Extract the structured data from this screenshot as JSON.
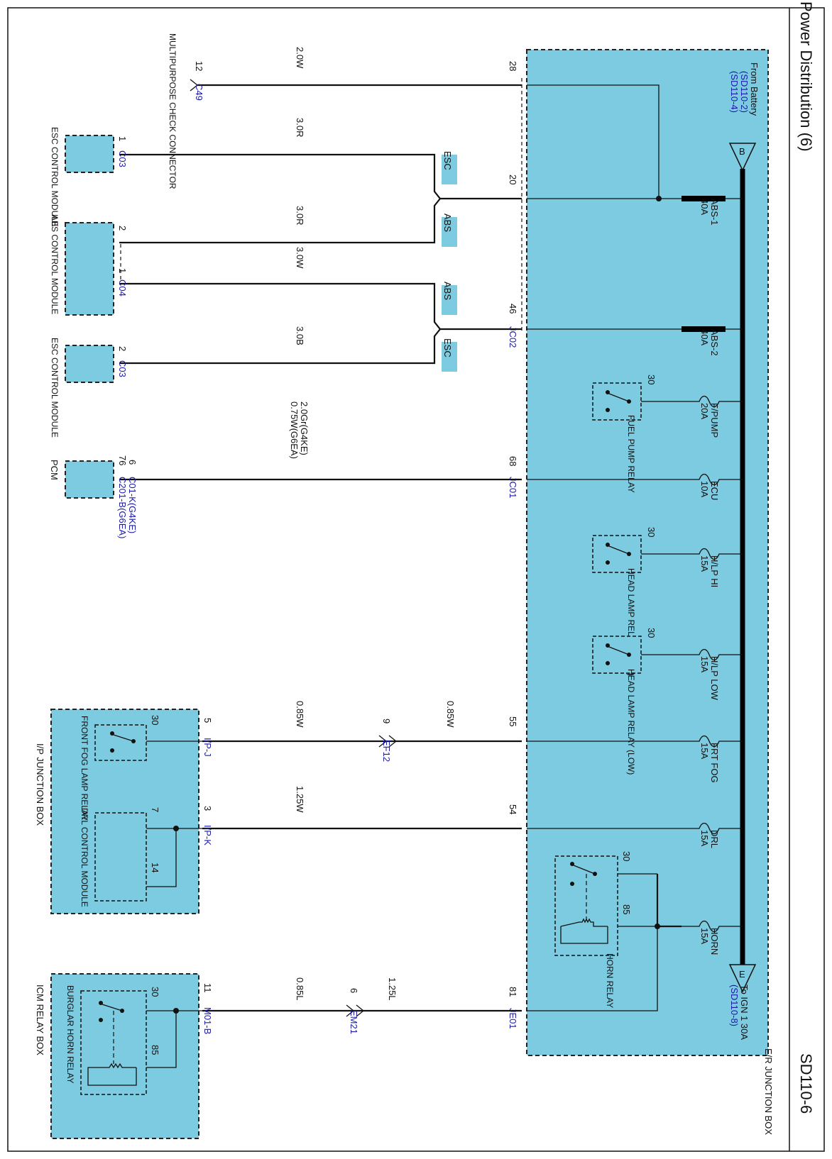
{
  "header": {
    "title": "Power Distribution (6)",
    "page_code": "SD110-6"
  },
  "junction_box": {
    "name": "E/R JUNCTION BOX",
    "from_battery": "From Battery",
    "from_refs": [
      "(SD110-2)",
      "(SD110-4)"
    ],
    "connector_b": "B",
    "connector_e": "E",
    "to_ign": "To IGN 1 30A",
    "to_ref": "(SD110-8)"
  },
  "fuses": [
    {
      "name": "ABS-1",
      "rating": "40A"
    },
    {
      "name": "ABS-2",
      "rating": "40A"
    },
    {
      "name": "F/PUMP",
      "rating": "20A"
    },
    {
      "name": "ECU",
      "rating": "10A"
    },
    {
      "name": "H/LP HI",
      "rating": "15A"
    },
    {
      "name": "H/LP LOW",
      "rating": "15A"
    },
    {
      "name": "FRT FOG",
      "rating": "15A"
    },
    {
      "name": "DRL",
      "rating": "15A"
    },
    {
      "name": "HORN",
      "rating": "15A"
    }
  ],
  "relays": [
    {
      "name": "FUEL PUMP RELAY",
      "pin": "30"
    },
    {
      "name": "HEAD LAMP RELAY (HIGH)",
      "pin": "30"
    },
    {
      "name": "HEAD LAMP RELAY (LOW)",
      "pin": "30"
    },
    {
      "name": "HORN RELAY",
      "pins": [
        "30",
        "85"
      ]
    }
  ],
  "jb_pins": [
    "28",
    "20",
    "46",
    "68",
    "55",
    "54",
    "81"
  ],
  "jb_connectors": [
    "JC02",
    "JC01",
    "JE01"
  ],
  "wires": [
    {
      "gauge": "2.0W"
    },
    {
      "gauge": "3.0R"
    },
    {
      "gauge": "3.0R"
    },
    {
      "gauge": "3.0W"
    },
    {
      "gauge": "3.0B"
    },
    {
      "gauge": "2.0Gr(G4KE)",
      "alt": "0.75W(G6EA)"
    },
    {
      "gauge": "0.85W",
      "alt": "0.85W"
    },
    {
      "gauge": "1.25W"
    },
    {
      "gauge": "0.85L",
      "alt": "1.25L"
    }
  ],
  "splices": [
    "ESC",
    "ABS",
    "ABS",
    "ESC"
  ],
  "inline": [
    {
      "pin": "9",
      "connector": "EF12"
    },
    {
      "pin": "6",
      "connector": "EM21"
    }
  ],
  "components": [
    {
      "name": "MULTIPURPOSE CHECK CONNECTOR",
      "pin": "12",
      "connector": "C49"
    },
    {
      "name": "ESC CONTROL MODULE",
      "pin": "1",
      "connector": "C03"
    },
    {
      "name": "ABS CONTROL MODULE",
      "pins": [
        "2",
        "1"
      ],
      "connector": "C04"
    },
    {
      "name": "ESC CONTROL MODULE",
      "pin": "2",
      "connector": "C03"
    },
    {
      "name": "PCM",
      "pins": [
        "76",
        "6"
      ],
      "connector": "C01-K(G4KE)",
      "connector_alt": "C201-B(G6EA)"
    }
  ],
  "ip_box": {
    "name": "I/P JUNCTION BOX",
    "fog_relay": "FRONT FOG LAMP RELAY",
    "fog_pin": "30",
    "fog_in_pin": "5",
    "fog_connector": "I/P-J",
    "drl_module": "DRL CONTROL MODULE",
    "drl_pins": [
      "7",
      "14"
    ],
    "drl_in_pin": "3",
    "drl_connector": "I/P-K"
  },
  "icm_box": {
    "name": "ICM RELAY BOX",
    "relay": "BURGLAR HORN RELAY",
    "pins": [
      "30",
      "85"
    ],
    "in_pin": "11",
    "connector": "M01-B"
  }
}
